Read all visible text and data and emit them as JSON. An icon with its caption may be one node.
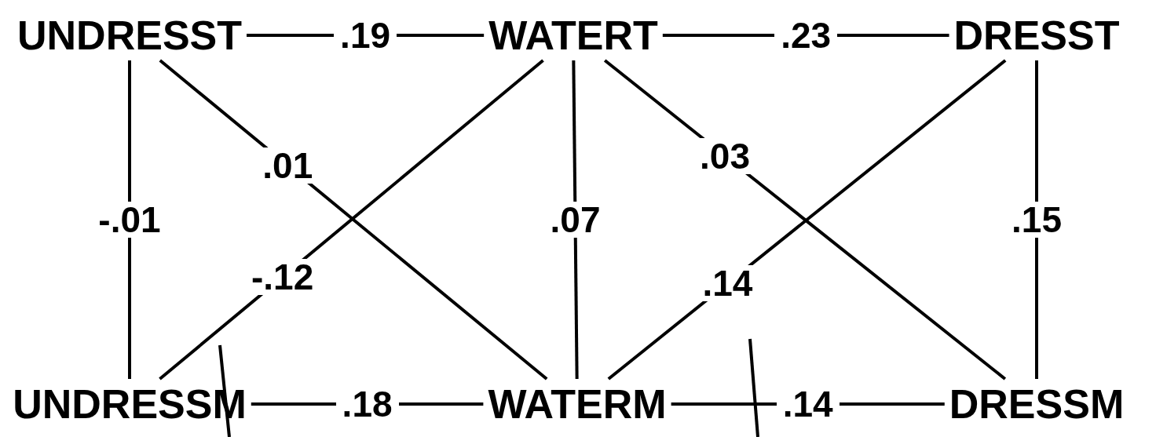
{
  "diagram": {
    "nodes": [
      {
        "text": [
          "UNDRESST"
        ]
      },
      {
        "text": [
          "WATERT"
        ]
      },
      {
        "text": [
          "DRESST"
        ]
      },
      {
        "text": [
          "UNDRESSM"
        ]
      },
      {
        "text": [
          "WATERM"
        ]
      },
      {
        "text": [
          "DRESSM"
        ]
      }
    ],
    "edges": [
      {
        "from": 0,
        "to": 1,
        "arrow": "none",
        "label": ".19"
      },
      {
        "from": 1,
        "to": 2,
        "arrow": "none",
        "label": ".23"
      },
      {
        "from": 0,
        "to": 3,
        "arrow": "none",
        "label": "-.01"
      },
      {
        "from": 0,
        "to": 4,
        "arrow": "none",
        "label": ".01"
      },
      {
        "from": 1,
        "to": 3,
        "arrow": "none",
        "label": "-.12"
      },
      {
        "from": 1,
        "to": 4,
        "arrow": "none",
        "label": ".07"
      },
      {
        "from": 1,
        "to": 5,
        "arrow": "none",
        "label": ".03"
      },
      {
        "from": 2,
        "to": 4,
        "arrow": "none",
        "label": ".14"
      },
      {
        "from": 2,
        "to": 5,
        "arrow": "none",
        "label": ".15"
      },
      {
        "from": 3,
        "to": 4,
        "arrow": "none",
        "label": ".18"
      },
      {
        "from": 4,
        "to": 5,
        "arrow": "none",
        "label": ".14"
      }
    ]
  }
}
